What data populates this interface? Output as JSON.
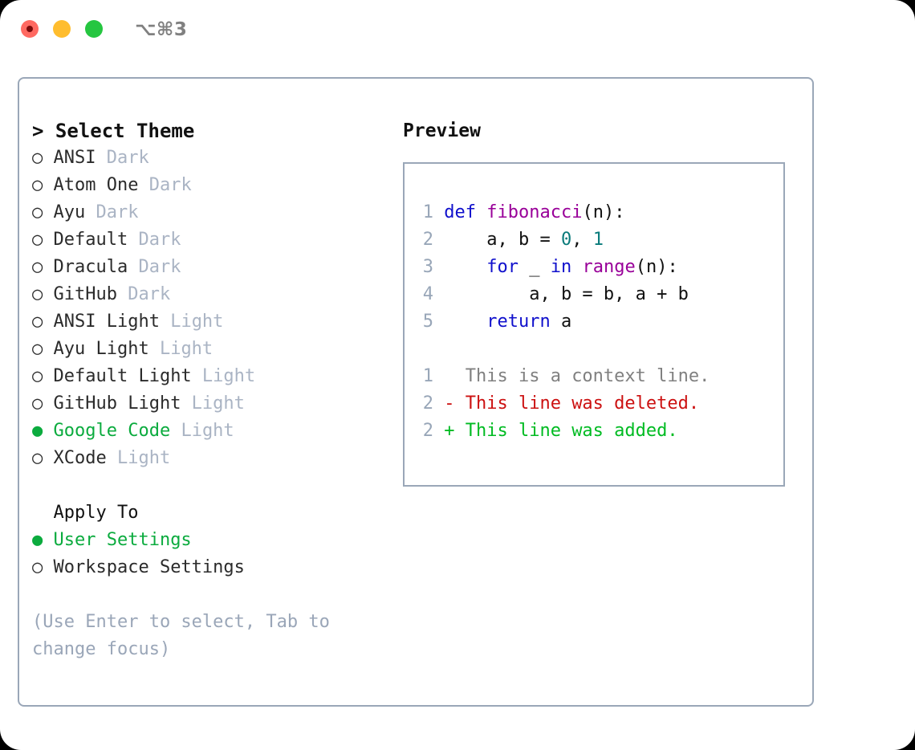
{
  "titlebar": {
    "shortcut": "⌥⌘3",
    "buttons": [
      {
        "name": "close",
        "color": "#ff6961",
        "recording": true
      },
      {
        "name": "minimize",
        "color": "#ffbd2e",
        "recording": false
      },
      {
        "name": "maximize",
        "color": "#25c640",
        "recording": false
      }
    ]
  },
  "colors": {
    "accent_green": "#0bab3e",
    "border": "#9aa7b8",
    "badge": "#aab4c4",
    "hint": "#9aa6b8",
    "line_number": "#98a6b8",
    "keyword": "#1010cc",
    "function": "#990099",
    "number": "#0a7b7b",
    "diff_context": "#808080",
    "diff_deleted": "#cc1111",
    "diff_added": "#00bb22"
  },
  "theme_panel": {
    "header": "> Select Theme",
    "options": [
      {
        "bullet": "○",
        "name": "ANSI",
        "badge": "Dark",
        "selected": false
      },
      {
        "bullet": "○",
        "name": "Atom One",
        "badge": "Dark",
        "selected": false
      },
      {
        "bullet": "○",
        "name": "Ayu",
        "badge": "Dark",
        "selected": false
      },
      {
        "bullet": "○",
        "name": "Default",
        "badge": "Dark",
        "selected": false
      },
      {
        "bullet": "○",
        "name": "Dracula",
        "badge": "Dark",
        "selected": false
      },
      {
        "bullet": "○",
        "name": "GitHub",
        "badge": "Dark",
        "selected": false
      },
      {
        "bullet": "○",
        "name": "ANSI Light",
        "badge": "Light",
        "selected": false
      },
      {
        "bullet": "○",
        "name": "Ayu Light",
        "badge": "Light",
        "selected": false
      },
      {
        "bullet": "○",
        "name": "Default Light",
        "badge": "Light",
        "selected": false
      },
      {
        "bullet": "○",
        "name": "GitHub Light",
        "badge": "Light",
        "selected": false
      },
      {
        "bullet": "●",
        "name": "Google Code",
        "badge": "Light",
        "selected": true
      },
      {
        "bullet": "○",
        "name": "XCode",
        "badge": "Light",
        "selected": false
      }
    ]
  },
  "apply_to": {
    "header": "  Apply To",
    "options": [
      {
        "bullet": "●",
        "name": "User Settings",
        "selected": true
      },
      {
        "bullet": "○",
        "name": "Workspace Settings",
        "selected": false
      }
    ]
  },
  "hint": "(Use Enter to select, Tab to change focus)",
  "preview": {
    "title": "Preview",
    "code_lines": [
      {
        "num": "1",
        "tokens": [
          {
            "t": "def ",
            "c": "kw"
          },
          {
            "t": "fibonacci",
            "c": "fn"
          },
          {
            "t": "(n):",
            "c": "plain"
          }
        ]
      },
      {
        "num": "2",
        "tokens": [
          {
            "t": "    a, b = ",
            "c": "plain"
          },
          {
            "t": "0",
            "c": "num"
          },
          {
            "t": ", ",
            "c": "plain"
          },
          {
            "t": "1",
            "c": "num"
          }
        ]
      },
      {
        "num": "3",
        "tokens": [
          {
            "t": "    ",
            "c": "plain"
          },
          {
            "t": "for",
            "c": "kw"
          },
          {
            "t": " _ ",
            "c": "plain"
          },
          {
            "t": "in",
            "c": "kw"
          },
          {
            "t": " ",
            "c": "plain"
          },
          {
            "t": "range",
            "c": "fn"
          },
          {
            "t": "(n):",
            "c": "plain"
          }
        ]
      },
      {
        "num": "4",
        "tokens": [
          {
            "t": "        a, b = b, a + b",
            "c": "plain"
          }
        ]
      },
      {
        "num": "5",
        "tokens": [
          {
            "t": "    ",
            "c": "plain"
          },
          {
            "t": "return",
            "c": "kw"
          },
          {
            "t": " a",
            "c": "plain"
          }
        ]
      }
    ],
    "diff_lines": [
      {
        "num": "1",
        "marker": " ",
        "text": "  This is a context line.",
        "kind": "ctx"
      },
      {
        "num": "2",
        "marker": "-",
        "text": "- This line was deleted.",
        "kind": "del"
      },
      {
        "num": "2",
        "marker": "+",
        "text": "+ This line was added.",
        "kind": "add"
      }
    ]
  }
}
